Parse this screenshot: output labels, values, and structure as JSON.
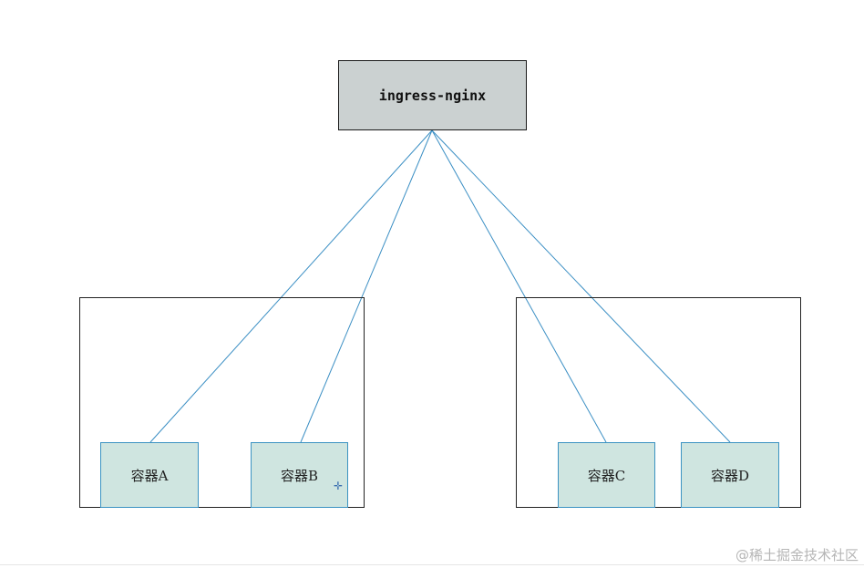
{
  "diagram": {
    "root": {
      "label": "ingress-nginx"
    },
    "containers": [
      {
        "label": "容器A"
      },
      {
        "label": "容器B"
      },
      {
        "label": "容器C"
      },
      {
        "label": "容器D"
      }
    ]
  },
  "colors": {
    "root_fill": "#cbd1d1",
    "container_fill": "#cfe5e0",
    "container_border": "#3b93c2",
    "link": "#3b8fc4"
  },
  "watermark": "@稀土掘金技术社区"
}
